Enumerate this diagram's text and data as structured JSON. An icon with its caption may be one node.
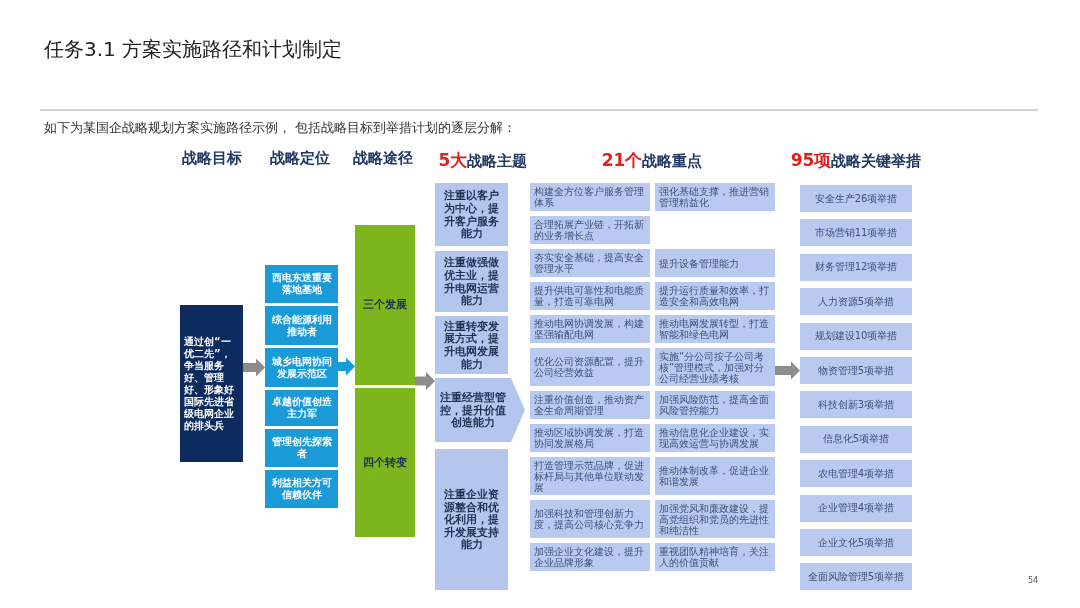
{
  "diagram": {
    "title": "任务3.1 方案实施路径和计划制定",
    "nodes": [
      {
        "text": [
          "通过创“一优二先”，争当服务好、管理好、形象好国际先进省级电网企业的排头兵"
        ]
      },
      {
        "text": [
          "西电东送重要落地基地"
        ]
      },
      {
        "text": [
          "综合能源利用推动者"
        ]
      },
      {
        "text": [
          "城乡电网协同发展示范区"
        ]
      },
      {
        "text": [
          "卓越价值创造主力军"
        ]
      },
      {
        "text": [
          "管理创先探索者"
        ]
      },
      {
        "text": [
          "利益相关方可信赖伙伴"
        ]
      },
      {
        "text": [
          "三个发展"
        ]
      },
      {
        "text": [
          "四个转变"
        ]
      },
      {
        "text": [
          "注重以客户为中心，提升客户服务能力"
        ]
      },
      {
        "text": [
          "注重做强做优主业，提升电网运营能力"
        ]
      },
      {
        "text": [
          "注重转变发展方式，提升电网发展能力"
        ]
      },
      {
        "text": [
          "注重经营型管控，提升价值创造能力"
        ]
      },
      {
        "text": [
          "注重企业资源整合和优化利用，提升发展支持能力"
        ]
      },
      {
        "text": [
          "构建全方位客户服务管理体系"
        ]
      },
      {
        "text": [
          "强化基础支撑，推进营销管理精益化"
        ]
      },
      {
        "text": [
          "合理拓展产业链，开拓新的业务增长点"
        ]
      },
      {
        "text": [
          "夯实安全基础，提高安全管理水平"
        ]
      },
      {
        "text": [
          "提升设备管理能力"
        ]
      },
      {
        "text": [
          "提升供电可靠性和电能质量，打造可靠电网"
        ]
      },
      {
        "text": [
          "提升运行质量和效率，打造安全和高效电网"
        ]
      },
      {
        "text": [
          "推动电网协调发展，构建坚强输配电网"
        ]
      },
      {
        "text": [
          "推动电网发展转型，打造智能和绿色电网"
        ]
      },
      {
        "text": [
          "优化公司资源配置，提升公司经营效益"
        ]
      },
      {
        "text": [
          "实施“分公司按子公司考核”管理模式，加强对分公司经营业绩考核"
        ]
      },
      {
        "text": [
          "注重价值创造，推动资产全生命周期管理"
        ]
      },
      {
        "text": [
          "加强风险防范，提高全面风险管控能力"
        ]
      },
      {
        "text": [
          "推动区域协调发展，打造协同发展格局"
        ]
      },
      {
        "text": [
          "推动信息化企业建设，实现高效运营与协调发展"
        ]
      },
      {
        "text": [
          "打造管理示范品牌，促进标杆局与其他单位联动发展"
        ]
      },
      {
        "text": [
          "推动体制改革，促进企业和谐发展"
        ]
      },
      {
        "text": [
          "加强科技和管理创新力度，提高公司核心竞争力"
        ]
      },
      {
        "text": [
          "加强党风和廉政建设，提高党组织和党员的先进性和纯洁性"
        ]
      },
      {
        "text": [
          "加强企业文化建设，提升企业品牌形象"
        ]
      },
      {
        "text": [
          "重视团队精神培育，关注人的价值贡献"
        ]
      },
      {
        "text": [
          "安全生产26项举措"
        ]
      },
      {
        "text": [
          "市场营销11项举措"
        ]
      },
      {
        "text": [
          "财务管理12项举措"
        ]
      },
      {
        "text": [
          "人力资源5项举措"
        ]
      },
      {
        "text": [
          "规划建设10项举措"
        ]
      },
      {
        "text": [
          "物资管理5项举措"
        ]
      },
      {
        "text": [
          "科技创新3项举措"
        ]
      },
      {
        "text": [
          "信息化5项举措"
        ]
      },
      {
        "text": [
          "农电管理4项举措"
        ]
      },
      {
        "text": [
          "企业管理4项举措"
        ]
      },
      {
        "text": [
          "企业文化5项举措"
        ]
      },
      {
        "text": [
          "全面风险管理5项举措"
        ]
      }
    ],
    "edges": [
      {
        "from": 0,
        "to": 3,
        "arrow": "to"
      },
      {
        "from": 3,
        "to": 7,
        "arrow": "to",
        "color": "#1a9ad6"
      },
      {
        "from": 7,
        "to": 12,
        "arrow": "to"
      },
      {
        "from": 24,
        "to": 40,
        "arrow": "to"
      }
    ],
    "labels": [
      "如下为某国企战略规划方案实施路径示例， 包括战略目标到举措计划的逐层分解：",
      "战略目标",
      "战略定位",
      "战略途径",
      "5大战略主题",
      "21个战略重点",
      "95项战略关键举措",
      "54"
    ]
  }
}
